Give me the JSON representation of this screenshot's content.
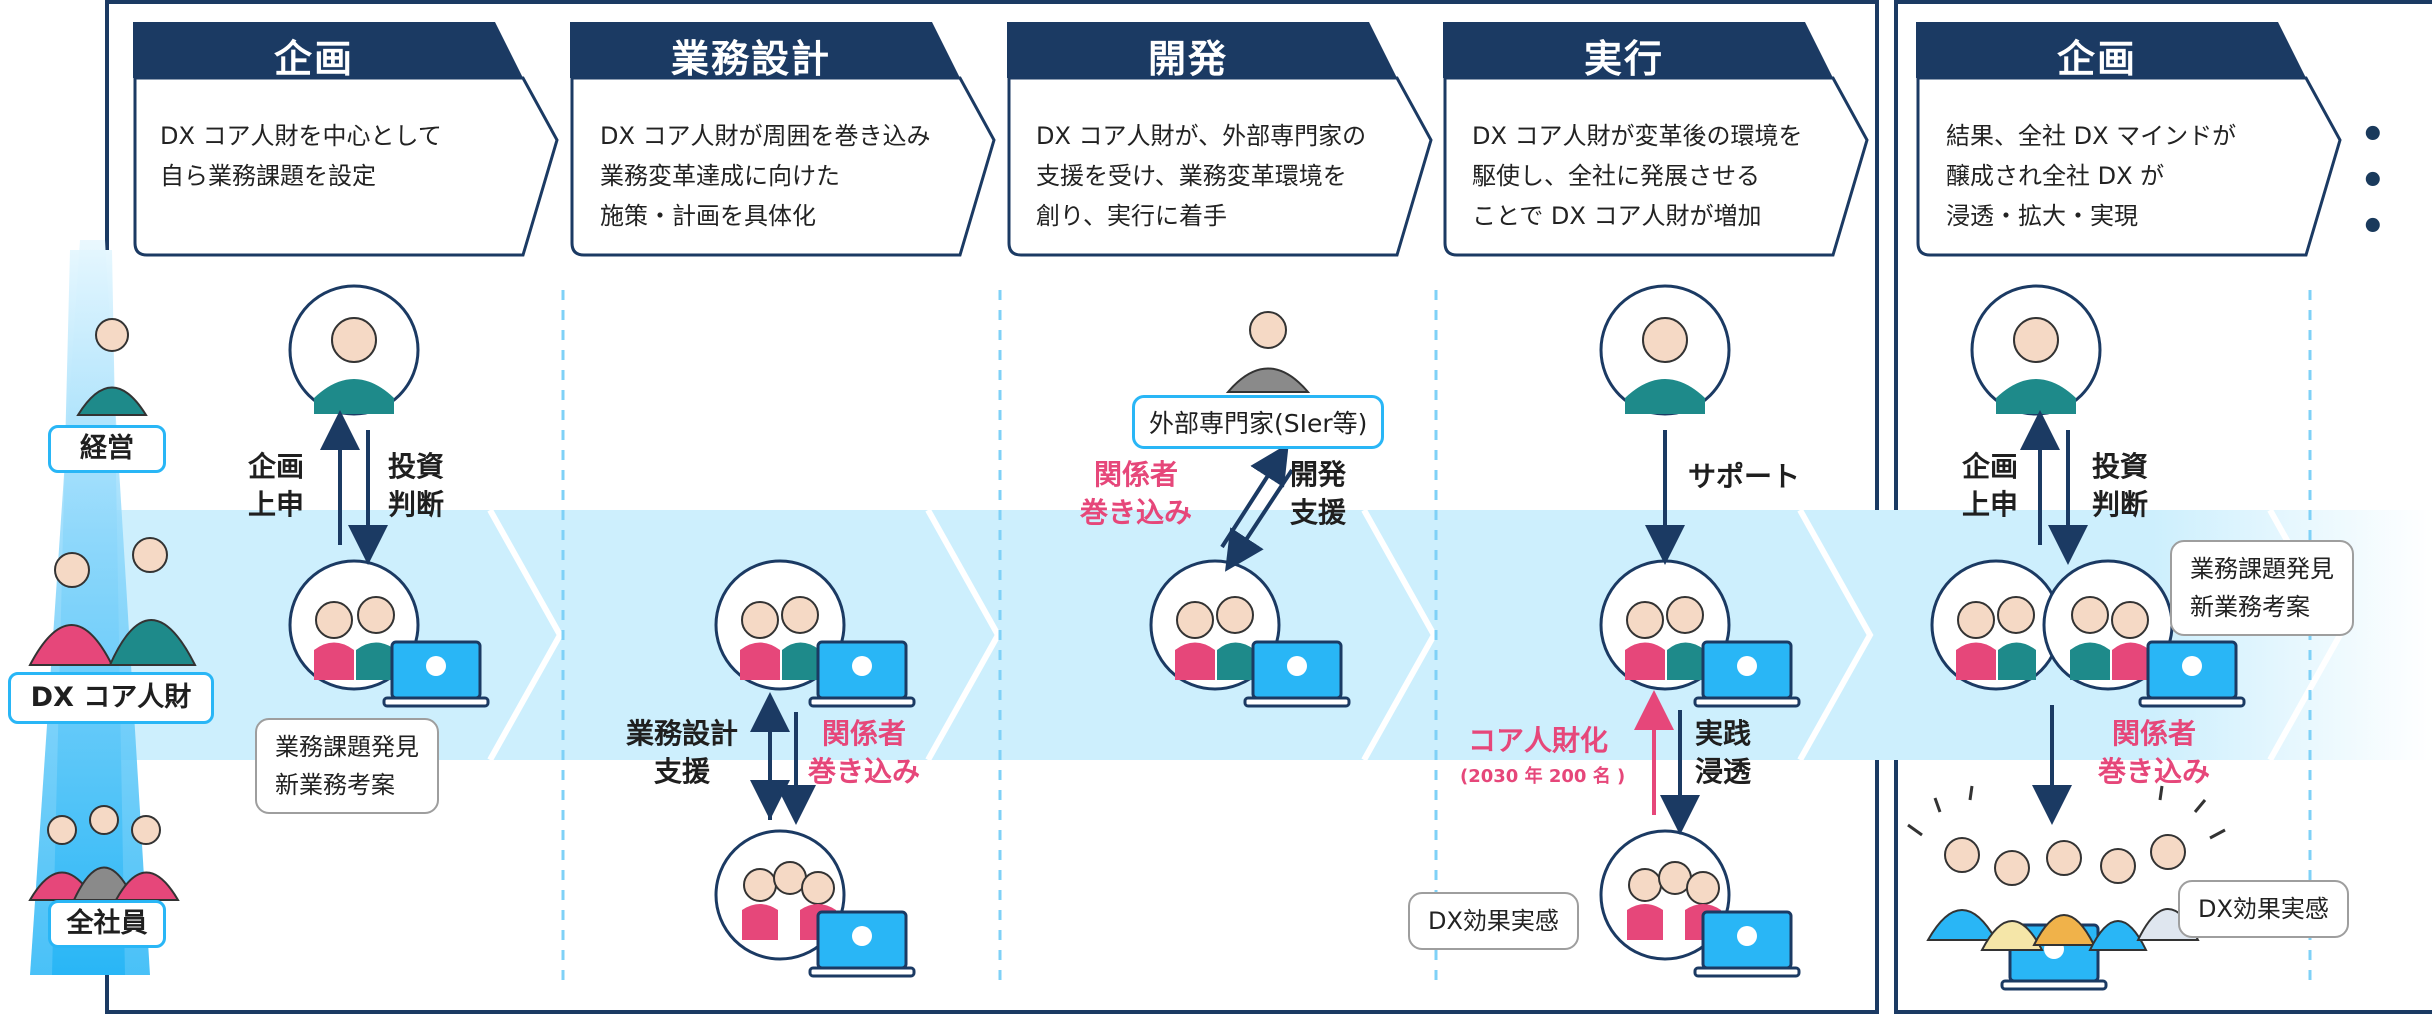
{
  "phases": [
    {
      "title": "企画",
      "desc": [
        "DX コア人財を中心として",
        "自ら業務課題を設定"
      ]
    },
    {
      "title": "業務設計",
      "desc": [
        "DX コア人財が周囲を巻き込み",
        "業務変革達成に向けた",
        "施策・計画を具体化"
      ]
    },
    {
      "title": "開発",
      "desc": [
        "DX コア人財が、外部専門家の",
        "支援を受け、業務変革環境を",
        "創り、実行に着手"
      ]
    },
    {
      "title": "実行",
      "desc": [
        "DX コア人財が変革後の環境を",
        "駆使し、全社に発展させる",
        "ことで DX コア人財が増加"
      ]
    },
    {
      "title": "企画",
      "desc": [
        "結果、全社 DX マインドが",
        "醸成され全社 DX が",
        "浸透・拡大・実現"
      ]
    }
  ],
  "levels": {
    "management": "経営",
    "dx_core": "DX コア人財",
    "all_staff": "全社員"
  },
  "labels": {
    "proposal_l1": "企画",
    "proposal_l2": "上申",
    "invest_l1": "投資",
    "invest_l2": "判断",
    "bubble_issue_l1": "業務課題発見",
    "bubble_issue_l2": "新業務考案",
    "design_support_l1": "業務設計",
    "design_support_l2": "支援",
    "involve_l1": "関係者",
    "involve_l2": "巻き込み",
    "external_expert": "外部専門家(SIer等)",
    "dev_support_l1": "開発",
    "dev_support_l2": "支援",
    "support": "サポート",
    "core_ka": "コア人財化",
    "core_ka_sub": "(2030 年 200 名 )",
    "practice_l1": "実践",
    "practice_l2": "浸透",
    "dx_effect": "DX効果実感",
    "ellipsis": "• • •"
  },
  "colors": {
    "navy": "#1b3a63",
    "band": "#ccefff",
    "cyan": "#29b6f6",
    "pink": "#e6477a",
    "teal": "#1e8a8a"
  },
  "icons": [
    "manager-icon",
    "dx-core-group-icon",
    "staff-group-icon",
    "laptop-lightbulb-icon",
    "expert-icon"
  ]
}
